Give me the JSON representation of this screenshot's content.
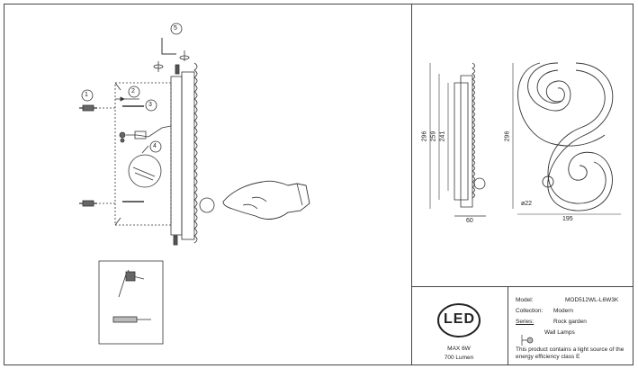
{
  "steps": [
    "1",
    "2",
    "3",
    "4",
    "5"
  ],
  "dimensions": {
    "side_heights": [
      "296",
      "259",
      "241"
    ],
    "side_depth": "60",
    "front_height": "296",
    "front_width": "195",
    "diameter": "ø22"
  },
  "led": {
    "logo": "LED",
    "max_power": "MAX 6W",
    "lumen": "700 Lumen"
  },
  "spec": {
    "model_label": "Model:",
    "model_value": "MOD512WL-L6W3K",
    "collection_label": "Collection:",
    "collection_value": "Modern",
    "series_label": "Series:",
    "series_value": "Rock garden",
    "type_value": "Wall Lamps",
    "energy_line1": "This product contains a light source of the",
    "energy_line2": "energy efficiency class E"
  },
  "icons": [
    "drill-icon",
    "screwdriver-icon",
    "rotate-icon",
    "hand-pointer-icon",
    "wall-lamp-icon"
  ],
  "colors": {
    "line": "#333333",
    "bg": "#ffffff"
  }
}
